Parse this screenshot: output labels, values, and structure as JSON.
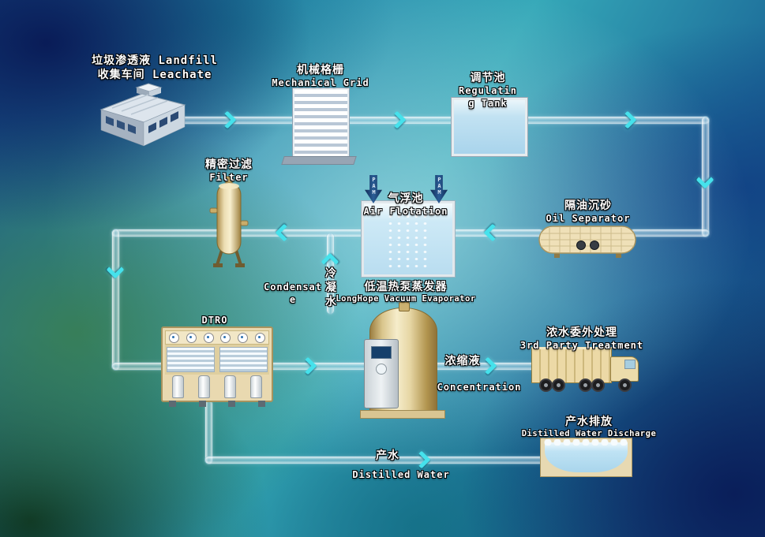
{
  "colors": {
    "pipe": "#d9edf7",
    "flow_arrow": "#45e2ec",
    "pam_arrow": "#16335f",
    "equipment_beige": "#ecdcb0",
    "water_blue": "#bfe2f3",
    "label_text": "#ffffff",
    "label_outline": "#000000"
  },
  "icons": {
    "factory": "factory-building-icon",
    "grid": "mechanical-grid-icon",
    "tank": "regulating-tank-icon",
    "oil_separator": "oil-separator-icon",
    "air_flotation": "air-flotation-tank-icon",
    "filter": "filter-vessel-icon",
    "dtro": "dtro-membrane-unit-icon",
    "evaporator": "vacuum-evaporator-icon",
    "truck": "transport-truck-icon",
    "pool": "discharge-pool-icon"
  },
  "labels": {
    "landfill": {
      "line1": "垃圾渗透液 Landfill",
      "line2": "收集车间 Leachate"
    },
    "mechanical_grid": {
      "zh": "机械格栅",
      "en": "Mechanical Grid"
    },
    "regulating_tank": {
      "zh": "调节池",
      "en_line1": "Regulatin",
      "en_line2": "g Tank"
    },
    "filter": {
      "zh": "精密过滤",
      "en": "Filter"
    },
    "air_flotation": {
      "zh": "气浮池",
      "en": "Air Flotation"
    },
    "oil_separator": {
      "zh": "隔油沉砂",
      "en": "Oil Separator"
    },
    "pam": {
      "text": "PAM"
    },
    "condensate": {
      "en_line1": "Condensat",
      "en_line2": "e",
      "zh_vertical": [
        "冷",
        "凝",
        "水"
      ]
    },
    "dtro": {
      "en": "DTRO"
    },
    "evaporator": {
      "zh": "低温热泵蒸发器",
      "en": "LongHope Vacuum Evaporator"
    },
    "third_party": {
      "zh": "浓水委外处理",
      "en": "3rd Party Treatment"
    },
    "concentration": {
      "zh": "浓缩液",
      "en": "Concentration"
    },
    "discharge": {
      "zh": "产水排放",
      "en": "Distilled Water Discharge"
    },
    "product_water": {
      "zh": "产水",
      "en": "Distilled Water"
    }
  }
}
